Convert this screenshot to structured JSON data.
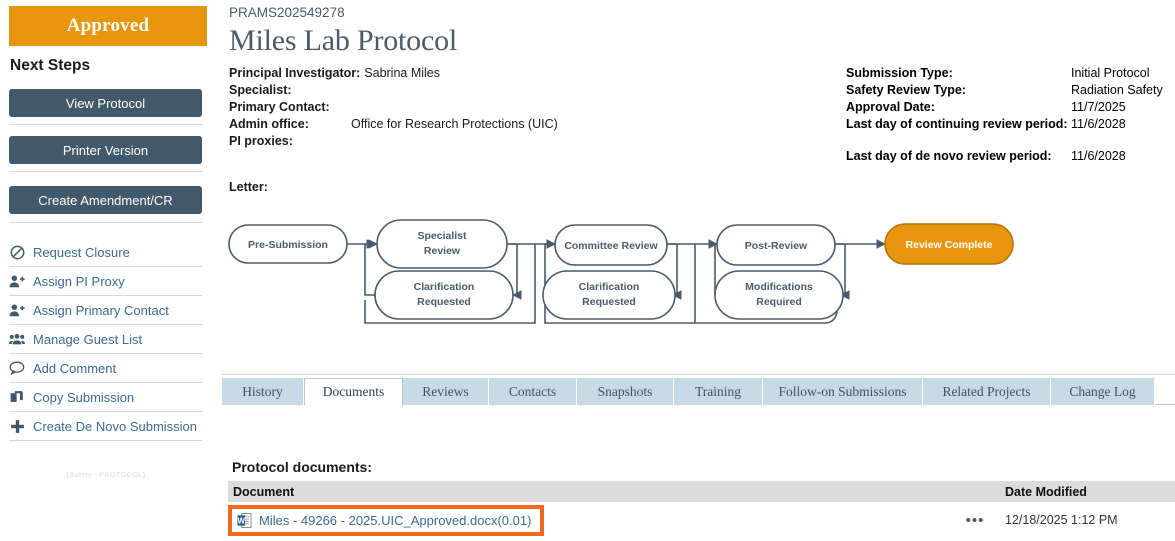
{
  "sidebar": {
    "status_badge": "Approved",
    "next_steps_heading": "Next Steps",
    "buttons": [
      {
        "label": "View Protocol",
        "name": "view-protocol"
      },
      {
        "label": "Printer Version",
        "name": "printer-version"
      },
      {
        "label": "Create Amendment/CR",
        "name": "create-amendment-cr"
      }
    ],
    "actions": [
      {
        "label": "Request Closure",
        "icon": "no-entry-icon"
      },
      {
        "label": "Assign PI Proxy",
        "icon": "user-add-icon"
      },
      {
        "label": "Assign Primary Contact",
        "icon": "user-add-icon"
      },
      {
        "label": "Manage Guest List",
        "icon": "users-group-icon"
      },
      {
        "label": "Add Comment",
        "icon": "comment-bubble-icon"
      },
      {
        "label": "Copy Submission",
        "icon": "copy-icon"
      },
      {
        "label": "Create De Novo Submission",
        "icon": "plus-icon"
      }
    ],
    "footnote": "(Safety - PROTOCOL)"
  },
  "header": {
    "submission_id": "PRAMS202549278",
    "title": "Miles Lab Protocol",
    "meta_left": [
      {
        "label": "Principal Investigator:",
        "value": "Sabrina Miles",
        "style": "inline"
      },
      {
        "label": "Specialist:",
        "value": "",
        "style": "inline"
      },
      {
        "label": "Primary Contact:",
        "value": "",
        "style": "inline"
      },
      {
        "label": "Admin office:",
        "value": "Office for Research Protections (UIC)",
        "style": "tabbed"
      },
      {
        "label": "PI proxies:",
        "value": "",
        "style": "inline"
      }
    ],
    "letter_label": "Letter:",
    "meta_right": [
      {
        "label": "Submission Type:",
        "value": "Initial Protocol"
      },
      {
        "label": "Safety Review Type:",
        "value": "Radiation Safety"
      },
      {
        "label": "Approval Date:",
        "value": "11/7/2025"
      },
      {
        "label": "Last day of continuing review period:",
        "value": "11/6/2028"
      },
      {
        "label": "Last day of de novo review period:",
        "value": "11/6/2028"
      }
    ]
  },
  "workflow": {
    "active_color": "#e8960e",
    "stroke_color": "#4a5b6b",
    "nodes": [
      {
        "id": "pre-submission",
        "label_line1": "Pre-Submission",
        "label_line2": "",
        "active": false
      },
      {
        "id": "specialist-review",
        "label_line1": "Specialist",
        "label_line2": "Review",
        "active": false
      },
      {
        "id": "clarification-requested-1",
        "label_line1": "Clarification",
        "label_line2": "Requested",
        "active": false
      },
      {
        "id": "committee-review",
        "label_line1": "Committee Review",
        "label_line2": "",
        "active": false
      },
      {
        "id": "clarification-requested-2",
        "label_line1": "Clarification",
        "label_line2": "Requested",
        "active": false
      },
      {
        "id": "post-review",
        "label_line1": "Post-Review",
        "label_line2": "",
        "active": false
      },
      {
        "id": "modifications-required",
        "label_line1": "Modifications",
        "label_line2": "Required",
        "active": false
      },
      {
        "id": "review-complete",
        "label_line1": "Review Complete",
        "label_line2": "",
        "active": true
      }
    ]
  },
  "tabs": {
    "active": "Documents",
    "items": [
      {
        "label": "History",
        "width": 82
      },
      {
        "label": "Documents",
        "width": 99
      },
      {
        "label": "Reviews",
        "width": 86
      },
      {
        "label": "Contacts",
        "width": 88
      },
      {
        "label": "Snapshots",
        "width": 97
      },
      {
        "label": "Training",
        "width": 89
      },
      {
        "label": "Follow-on Submissions",
        "width": 160
      },
      {
        "label": "Related Projects",
        "width": 128
      },
      {
        "label": "Change Log",
        "width": 104
      }
    ]
  },
  "documents": {
    "heading": "Protocol documents:",
    "columns": {
      "document": "Document",
      "date_modified": "Date Modified"
    },
    "rows": [
      {
        "name": "Miles - 49266 - 2025.UIC_Approved.docx(0.01)",
        "icon": "word-document-icon",
        "menu": "•••",
        "date_modified": "12/18/2025 1:12 PM",
        "highlighted": true,
        "highlight_color": "#ef6a1e"
      }
    ]
  }
}
